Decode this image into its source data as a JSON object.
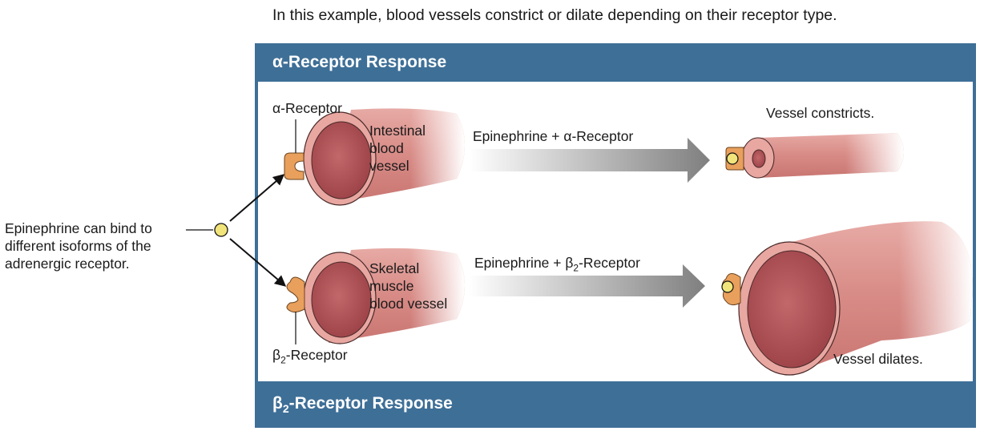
{
  "caption": "In this example, blood vessels constrict or dilate depending on their receptor type.",
  "alpha_panel": {
    "title": "α-Receptor Response",
    "receptor_label": "α-Receptor",
    "vessel_label": [
      "Intestinal",
      "blood",
      "vessel"
    ],
    "arrow_label": "Epinephrine + α-Receptor",
    "result": "Vessel constricts."
  },
  "beta_panel": {
    "title_prefix": "β",
    "title_sub": "2",
    "title_suffix": "-Receptor Response",
    "receptor_prefix": "β",
    "receptor_sub": "2",
    "receptor_suffix": "-Receptor",
    "vessel_label": [
      "Skeletal",
      "muscle",
      "blood vessel"
    ],
    "arrow_prefix": "Epinephrine + β",
    "arrow_sub": "2",
    "arrow_suffix": "-Receptor",
    "result": "Vessel dilates."
  },
  "epinephrine_note": [
    "Epinephrine can bind to",
    "different isoforms of the",
    "adrenergic receptor."
  ],
  "colors": {
    "panel_blue": "#3e6f97",
    "vessel_outer": "#d98d88",
    "vessel_lumen": "#b5575a",
    "receptor": "#e8a05c",
    "epinephrine": "#f1e47a",
    "arrow_gray": "#8c8c8c"
  }
}
